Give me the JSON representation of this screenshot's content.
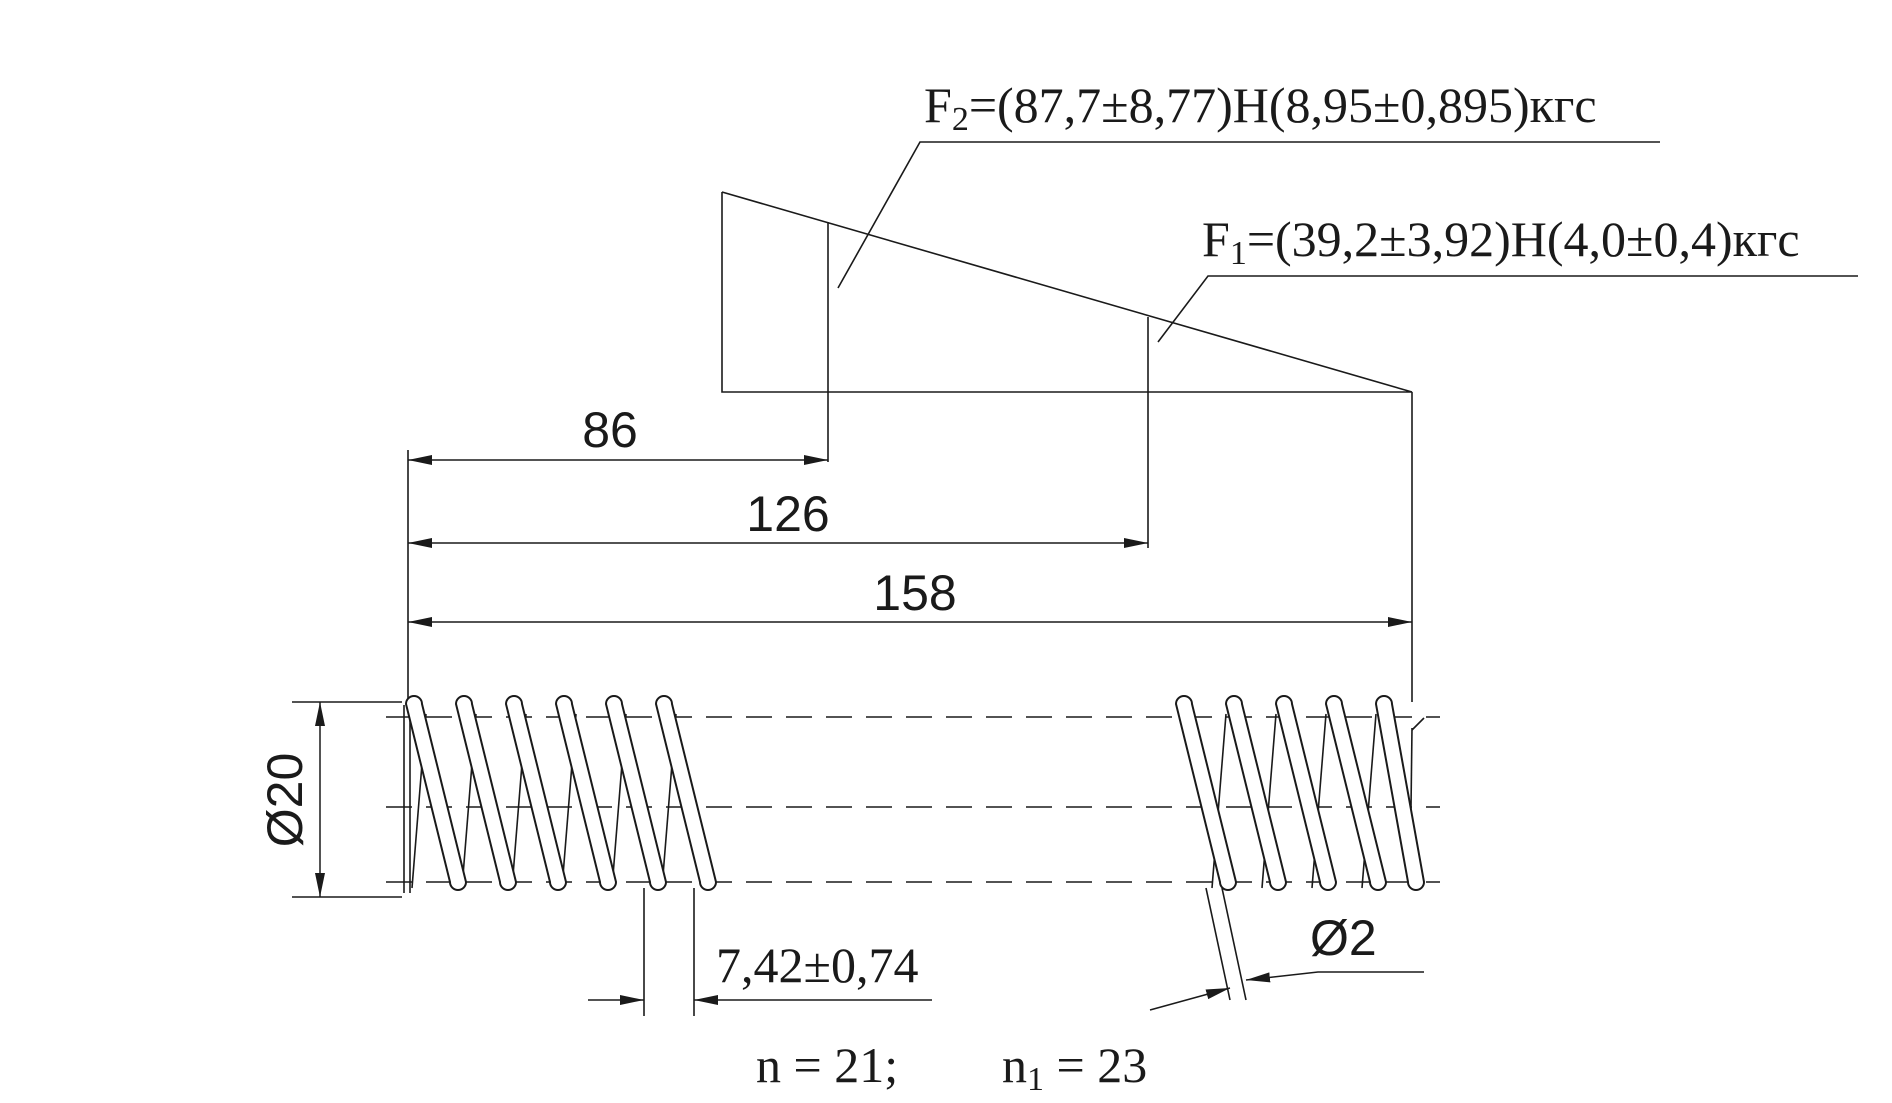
{
  "forces": {
    "f2": {
      "symbol": "F",
      "subscript": "2",
      "value": "=(87,7±8,77)Н(8,95±0,895)кгс"
    },
    "f1": {
      "symbol": "F",
      "subscript": "1",
      "value": "=(39,2±3,92)Н(4,0±0,4)кгс"
    }
  },
  "dimensions": {
    "length_86": "86",
    "length_126": "126",
    "length_158": "158",
    "outer_diameter": "Ø20",
    "pitch": "7,42±0,74",
    "wire_diameter": "Ø2"
  },
  "turns": {
    "n_label": "n = 21;",
    "n1_symbol": "n",
    "n1_subscript": "1",
    "n1_value": " = 23"
  }
}
